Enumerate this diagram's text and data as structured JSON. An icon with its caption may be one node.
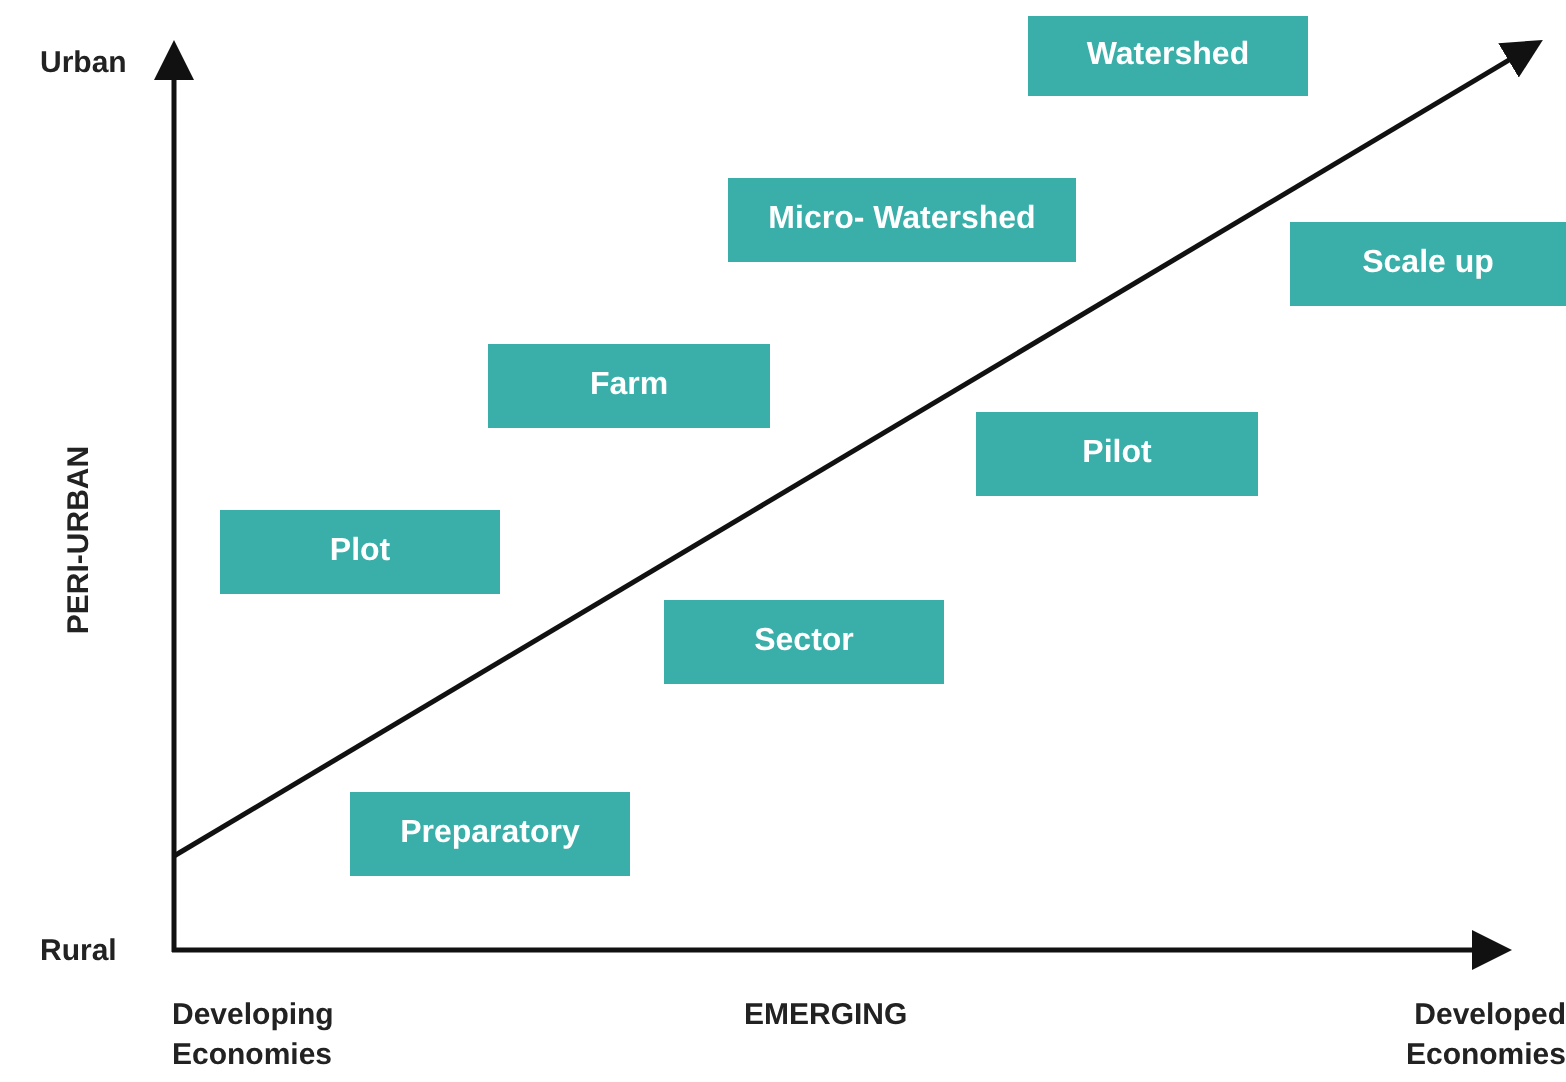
{
  "diagram": {
    "nodes": [
      {
        "text": [
          "Watershed"
        ]
      },
      {
        "text": [
          "Micro- Watershed"
        ]
      },
      {
        "text": [
          "Scale up"
        ]
      },
      {
        "text": [
          "Farm"
        ]
      },
      {
        "text": [
          "Pilot"
        ]
      },
      {
        "text": [
          "Plot"
        ]
      },
      {
        "text": [
          "Sector"
        ]
      },
      {
        "text": [
          "Preparatory"
        ]
      }
    ],
    "labels": [
      "Urban",
      "PERI-URBAN",
      "Rural",
      "Developing Economies",
      "EMERGING",
      "Developed Economies"
    ]
  }
}
